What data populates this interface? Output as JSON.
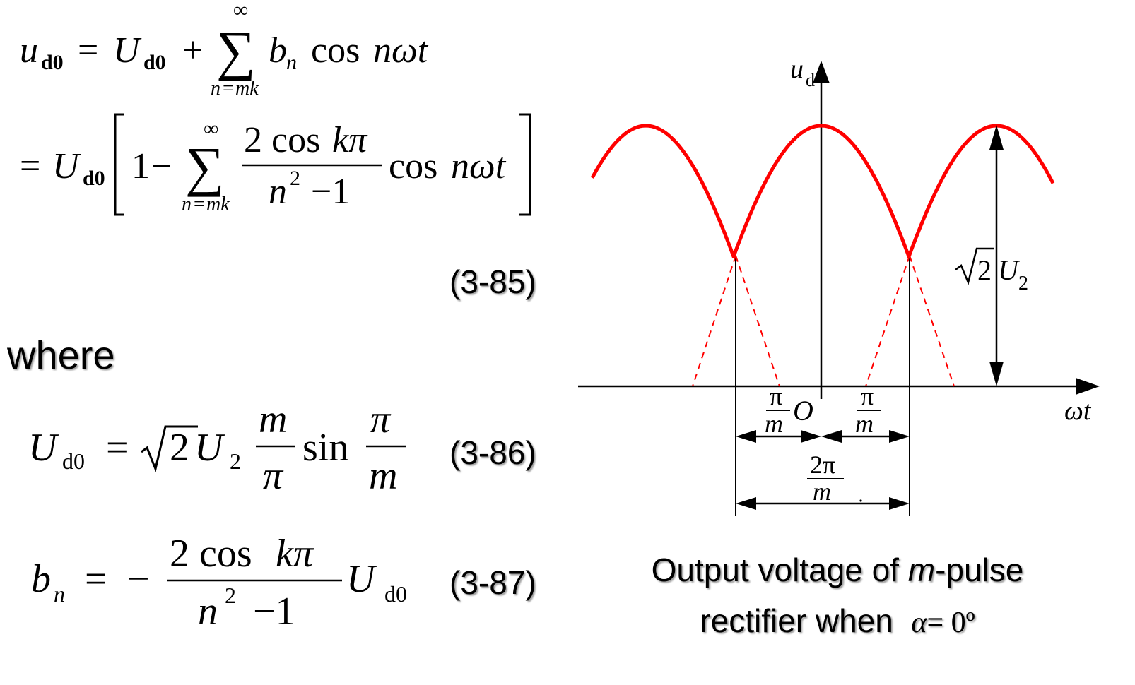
{
  "equations": {
    "eq_3_85_number": "(3-85)",
    "eq_3_86_number": "(3-86)",
    "eq_3_87_number": "(3-87)",
    "where_label": "where"
  },
  "figure": {
    "y_axis_label": "u",
    "y_axis_sub": "d",
    "x_axis_label": "ωt",
    "origin_label": "O",
    "pi": "π",
    "m": "m",
    "two_pi": "2π",
    "amplitude_sqrt": "2",
    "amplitude_U": "U",
    "amplitude_sub": "2",
    "curve_color": "#ff0000"
  },
  "caption": {
    "line1_prefix": "Output voltage of ",
    "line1_italic": "m",
    "line1_suffix": "-pulse",
    "line2_text": "rectifier when",
    "line2_alpha": "α",
    "line2_eq": "= 0º"
  }
}
